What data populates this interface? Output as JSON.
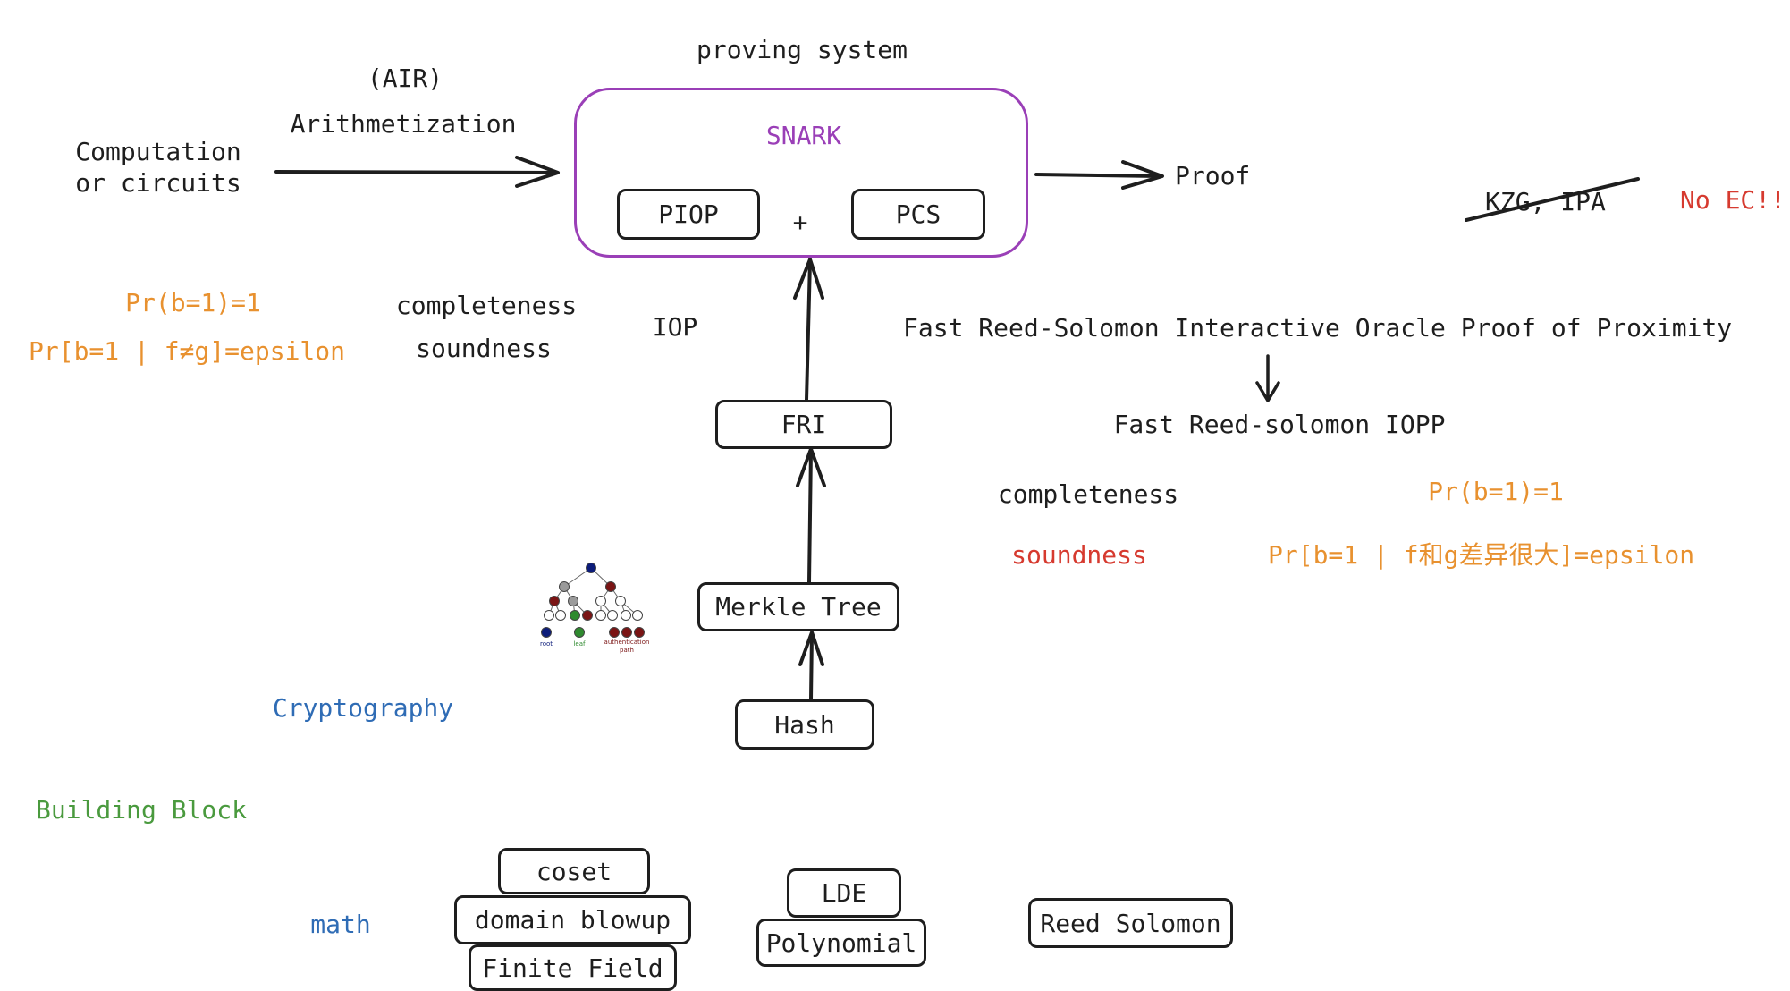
{
  "colors": {
    "ink": "#1e1e1e",
    "orange": "#e8912f",
    "red": "#d63a2f",
    "purple": "#9a3fb7",
    "blue": "#2f6cb5",
    "green": "#4a9a3e"
  },
  "top": {
    "proving_system": "proving system",
    "air": "(AIR)",
    "arithmetization": "Arithmetization",
    "computation_line1": "Computation",
    "computation_line2": "or circuits",
    "proof": "Proof",
    "kzg_ipa": "KZG, IPA",
    "no_ec": "No EC!!"
  },
  "snark": {
    "title": "SNARK",
    "piop": "PIOP",
    "plus": "+",
    "pcs": "PCS"
  },
  "left_props": {
    "pr_complete": "Pr(b=1)=1",
    "pr_sound": "Pr[b=1 | f≠g]=epsilon",
    "completeness": "completeness",
    "soundness": "soundness",
    "iop": "IOP"
  },
  "fri": {
    "full_name": "Fast Reed-Solomon Interactive Oracle Proof of Proximity",
    "short_name": "Fast Reed-solomon IOPP",
    "completeness": "completeness",
    "soundness": "soundness",
    "pr_complete": "Pr(b=1)=1",
    "pr_sound": "Pr[b=1 | f和g差异很大]=epsilon"
  },
  "stack": {
    "fri": "FRI",
    "merkle_tree": "Merkle Tree",
    "hash": "Hash"
  },
  "merkle_legend": {
    "root": "root",
    "leaf": "leaf",
    "auth_line1": "authentication",
    "auth_line2": "path"
  },
  "layers": {
    "cryptography": "Cryptography",
    "building_block": "Building Block",
    "math": "math"
  },
  "math_boxes": {
    "coset": "coset",
    "domain_blowup": "domain blowup",
    "finite_field": "Finite Field",
    "lde": "LDE",
    "polynomial": "Polynomial",
    "reed_solomon": "Reed Solomon"
  }
}
